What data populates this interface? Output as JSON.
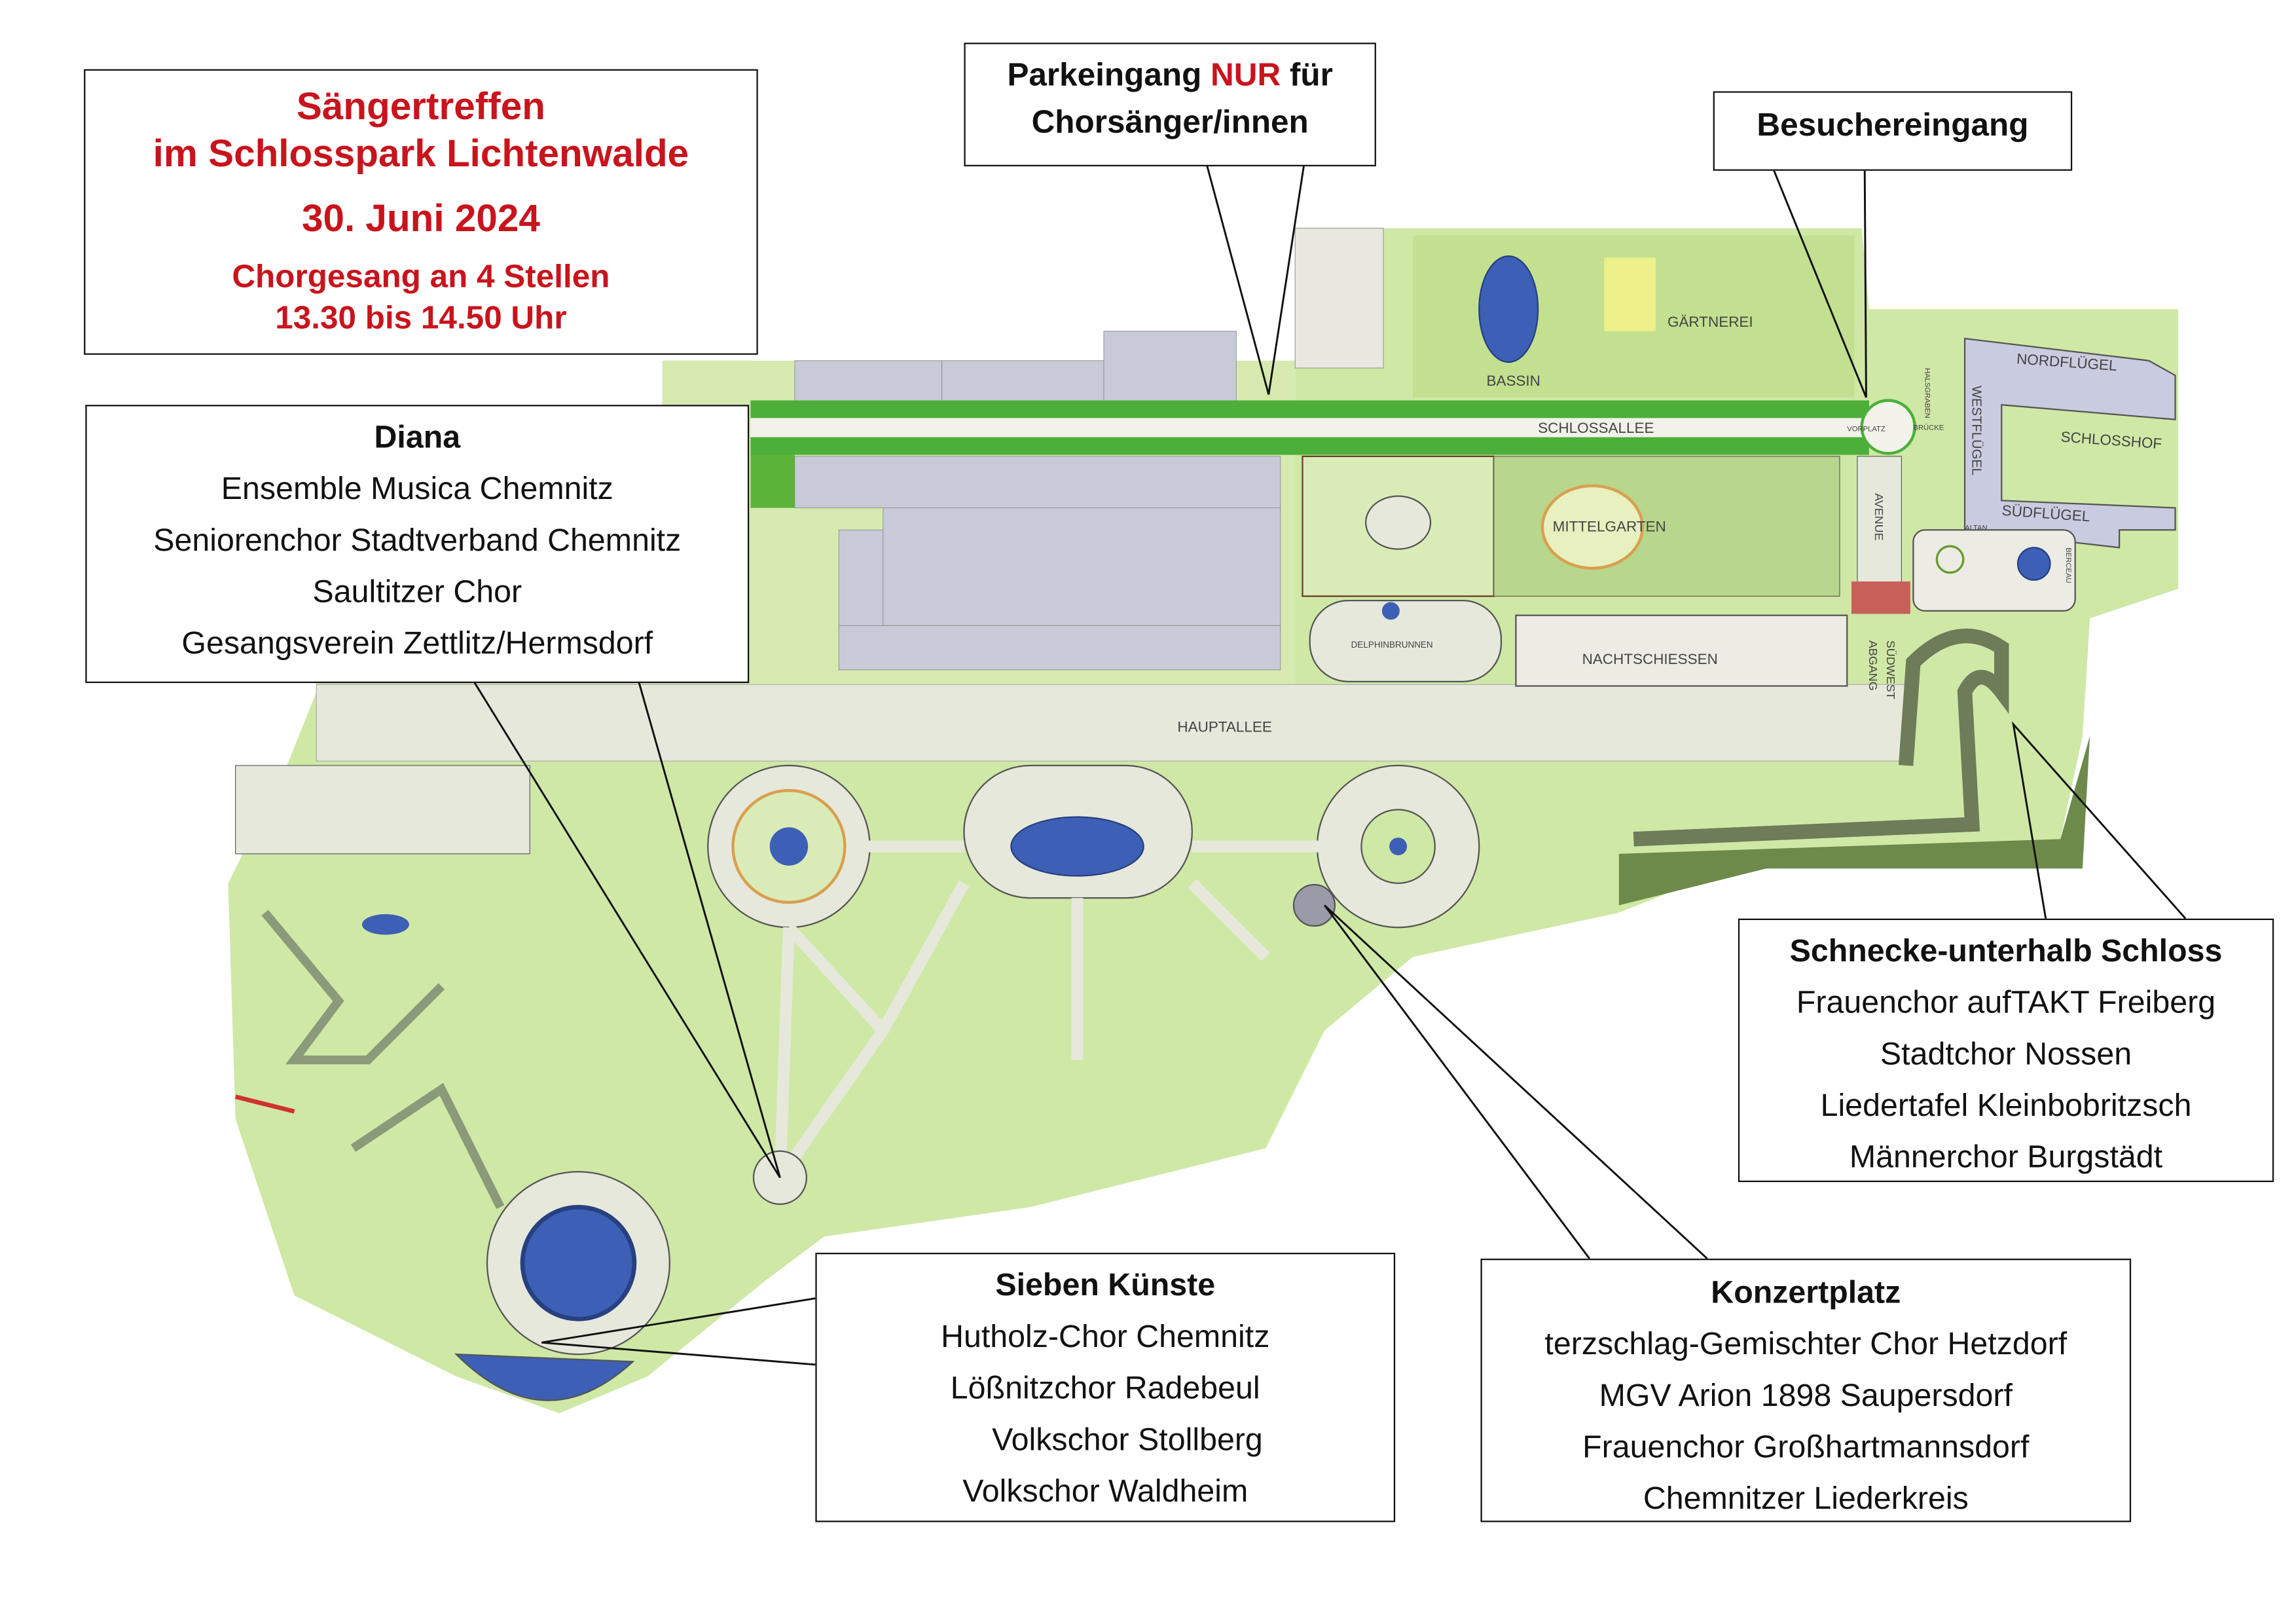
{
  "title": {
    "line1": "Sängertreffen",
    "line2": "im Schlosspark Lichtenwalde",
    "date": "30. Juni 2024",
    "line4": "Chorgesang an 4 Stellen",
    "time": "13.30 bis 14.50 Uhr"
  },
  "parking": {
    "pre": "Parkeingang ",
    "highlight": "NUR",
    "post": " für",
    "line2": "Chorsänger/innen"
  },
  "visitor_entrance": "Besuchereingang",
  "locations": {
    "diana": {
      "name": "Diana",
      "choirs": [
        "Ensemble Musica Chemnitz",
        "Seniorenchor Stadtverband Chemnitz",
        "Saultitzer Chor",
        "Gesangsverein Zettlitz/Hermsdorf"
      ]
    },
    "schnecke": {
      "name": "Schnecke-unterhalb Schloss",
      "choirs": [
        "Frauenchor aufTAKT Freiberg",
        "Stadtchor Nossen",
        "Liedertafel Kleinbobritzsch",
        "Männerchor Burgstädt"
      ]
    },
    "sieben": {
      "name": "Sieben Künste",
      "choirs": [
        "Hutholz-Chor Chemnitz",
        "Lößnitzchor Radebeul",
        "Volkschor Stollberg",
        "Volkschor Waldheim"
      ]
    },
    "konzert": {
      "name": "Konzertplatz",
      "choirs": [
        "terzschlag-Gemischter Chor Hetzdorf",
        "MGV Arion 1898 Saupersdorf",
        "Frauenchor Großhartmannsdorf",
        "Chemnitzer Liederkreis"
      ]
    }
  },
  "map_labels": {
    "bassin": "BASSIN",
    "gaertnerei": "GÄRTNEREI",
    "schlossallee": "SCHLOSSALLEE",
    "vorplatz": "VORPLATZ",
    "bruecke": "BRÜCKE",
    "halsgraben": "HALSGRABEN",
    "nordfluegel": "NORDFLÜGEL",
    "westfluegel": "WESTFLÜGEL",
    "schlosshof": "SCHLOSSHOF",
    "suedfluegel": "SÜDFLÜGEL",
    "altan": "ALTAN",
    "berceau": "BERCEAU",
    "avenue": "AVENUE",
    "mittelgarten": "MITTELGARTEN",
    "delphinbrunnen": "DELPHINBRUNNEN",
    "nachtschiessen": "NACHTSCHIESSEN",
    "suedwest": "SÜDWEST",
    "abgang": "ABGANG",
    "hauptallee": "HAUPTALLEE"
  },
  "colors": {
    "accent_red": "#c8141c",
    "lawn": "#cfe8a6",
    "path": "#e6e8dc",
    "water": "#3d5fb5",
    "building": "#c9cbe0"
  }
}
